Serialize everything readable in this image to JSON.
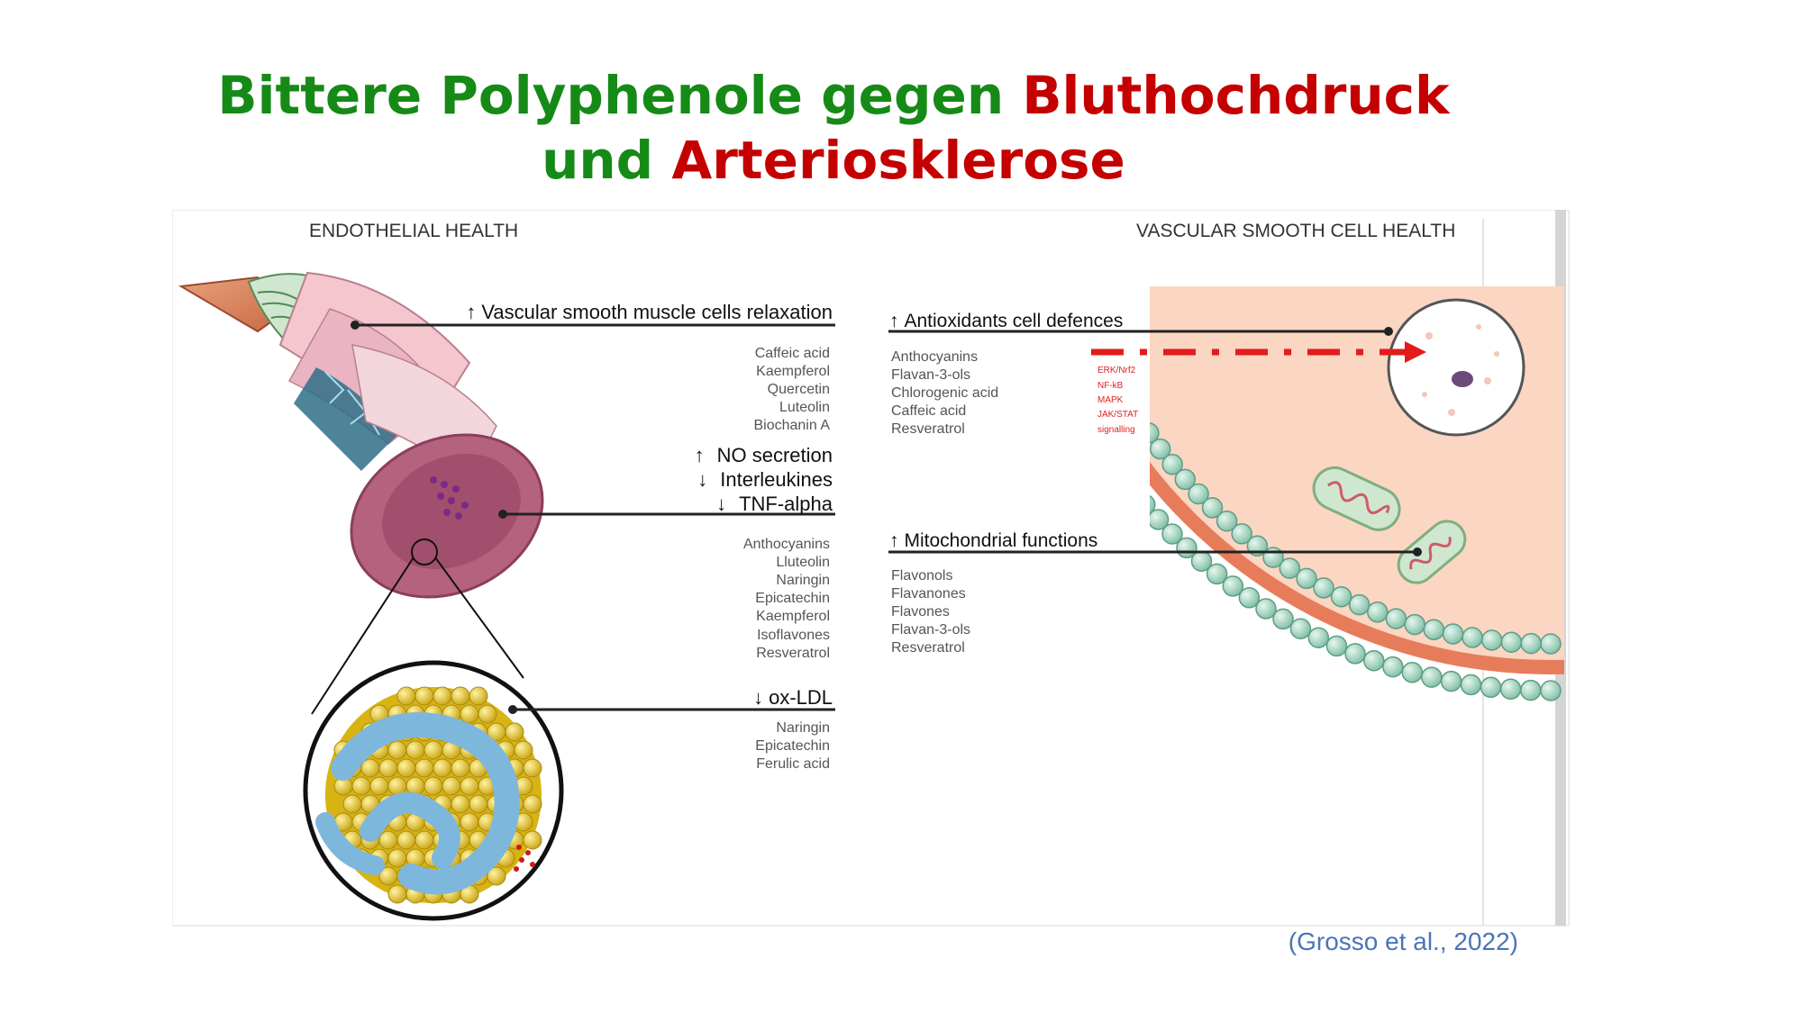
{
  "title": {
    "line1": {
      "green": "Bittere Polyphenole gegen ",
      "red": "Bluthochdruck"
    },
    "line2": {
      "green": "und ",
      "red": "Arteriosklerose"
    }
  },
  "figure": {
    "left_heading": "ENDOTHELIAL HEALTH",
    "right_heading": "VASCULAR SMOOTH CELL HEALTH",
    "left_groups": [
      {
        "effects": [
          {
            "arrow": "↑",
            "text": "Vascular smooth muscle cells relaxation"
          }
        ],
        "compounds": [
          "Caffeic acid",
          "Kaempferol",
          "Quercetin",
          "Luteolin",
          "Biochanin A"
        ]
      },
      {
        "effects": [
          {
            "arrow": "↑",
            "text": "NO secretion"
          },
          {
            "arrow": "↓",
            "text": "Interleukines"
          },
          {
            "arrow": "↓",
            "text": "TNF-alpha"
          }
        ],
        "compounds": [
          "Anthocyanins",
          "Lluteolin",
          "Naringin",
          "Epicatechin",
          "Kaempferol",
          "Isoflavones",
          "Resveratrol"
        ]
      },
      {
        "effects": [
          {
            "arrow": "↓",
            "text": "ox-LDL"
          }
        ],
        "compounds": [
          "Naringin",
          "Epicatechin",
          "Ferulic acid"
        ]
      }
    ],
    "right_groups": [
      {
        "effects": [
          {
            "arrow": "↑",
            "text": "Antioxidants cell defences"
          }
        ],
        "compounds": [
          "Anthocyanins",
          "Flavan-3-ols",
          "Chlorogenic acid",
          "Caffeic acid",
          "Resveratrol"
        ]
      },
      {
        "effects": [
          {
            "arrow": "↑",
            "text": "Mitochondrial functions"
          }
        ],
        "compounds": [
          "Flavonols",
          "Flavanones",
          "Flavones",
          "Flavan-3-ols",
          "Resveratrol"
        ]
      }
    ],
    "signalling_labels": [
      "ERK/Nrf2",
      "NF-kB",
      "MAPK",
      "JAK/STAT",
      "signalling"
    ]
  },
  "citation": "(Grosso et al., 2022)",
  "colors": {
    "green": "#168a16",
    "red": "#c40000",
    "citation": "#4a74b8",
    "membrane_bead": "#9fd3bd",
    "cell_fill": "#fbd6c3"
  }
}
